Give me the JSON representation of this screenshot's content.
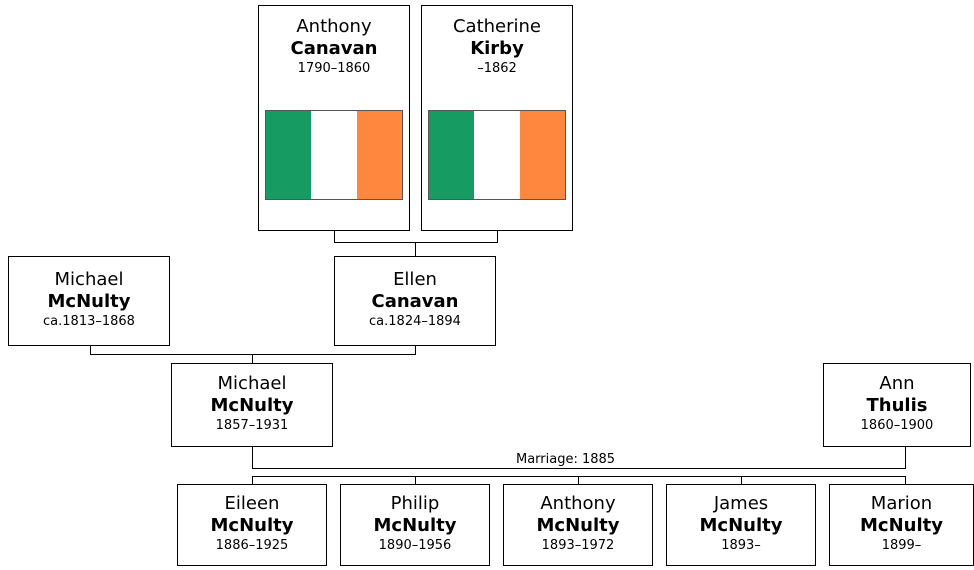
{
  "people": {
    "anthony_canavan": {
      "given": "Anthony",
      "surname": "Canavan",
      "dates": "1790–1860"
    },
    "catherine_kirby": {
      "given": "Catherine",
      "surname": "Kirby",
      "dates": "–1862"
    },
    "michael_mcnulty_sr": {
      "given": "Michael",
      "surname": "McNulty",
      "dates": "ca.1813–1868"
    },
    "ellen_canavan": {
      "given": "Ellen",
      "surname": "Canavan",
      "dates": "ca.1824–1894"
    },
    "michael_mcnulty": {
      "given": "Michael",
      "surname": "McNulty",
      "dates": "1857–1931"
    },
    "ann_thulis": {
      "given": "Ann",
      "surname": "Thulis",
      "dates": "1860–1900"
    },
    "eileen_mcnulty": {
      "given": "Eileen",
      "surname": "McNulty",
      "dates": "1886–1925"
    },
    "philip_mcnulty": {
      "given": "Philip",
      "surname": "McNulty",
      "dates": "1890–1956"
    },
    "anthony_mcnulty": {
      "given": "Anthony",
      "surname": "McNulty",
      "dates": "1893–1972"
    },
    "james_mcnulty": {
      "given": "James",
      "surname": "McNulty",
      "dates": "1893–"
    },
    "marion_mcnulty": {
      "given": "Marion",
      "surname": "McNulty",
      "dates": "1899–"
    }
  },
  "marriage_label": "Marriage: 1885",
  "flag": {
    "name": "ireland-flag",
    "colors": [
      "#169b62",
      "#ffffff",
      "#ff883e"
    ]
  }
}
